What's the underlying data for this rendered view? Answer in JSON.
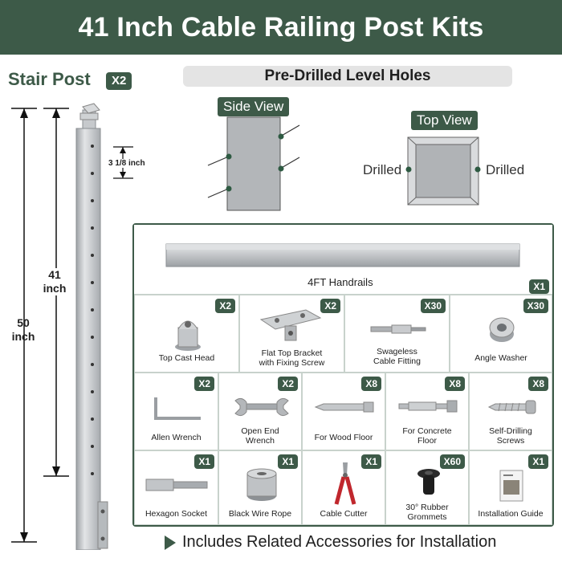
{
  "banner": {
    "title": "41 Inch Cable Railing Post Kits"
  },
  "stair": {
    "title": "Stair Post",
    "qty": "X2"
  },
  "dims": {
    "total_a": "50",
    "total_b": "inch",
    "post_a": "41",
    "post_b": "inch",
    "spacing": "3 1/8 inch"
  },
  "holes": {
    "title": "Pre-Drilled Level Holes",
    "side_view": "Side View",
    "top_view": "Top View",
    "drilled_left": "Drilled",
    "drilled_right": "Drilled"
  },
  "handrail": {
    "label": "4FT Handrails",
    "qty": "X1"
  },
  "row1": [
    {
      "label": "Top Cast Head",
      "qty": "X2",
      "icon": "cast-head-icon"
    },
    {
      "label": "Flat Top Bracket\nwith Fixing Screw",
      "qty": "X2",
      "icon": "bracket-icon"
    },
    {
      "label": "Swageless\nCable Fitting",
      "qty": "X30",
      "icon": "cable-fitting-icon"
    },
    {
      "label": "Angle Washer",
      "qty": "X30",
      "icon": "washer-icon"
    }
  ],
  "row2": [
    {
      "label": "Allen Wrench",
      "qty": "X2",
      "icon": "allen-wrench-icon"
    },
    {
      "label": "Open End\nWrench",
      "qty": "X2",
      "icon": "open-wrench-icon"
    },
    {
      "label": "For Wood Floor",
      "qty": "X8",
      "icon": "wood-screw-icon"
    },
    {
      "label": "For Concrete\nFloor",
      "qty": "X8",
      "icon": "anchor-bolt-icon"
    },
    {
      "label": "Self-Drilling\nScrews",
      "qty": "X8",
      "icon": "self-drill-screw-icon"
    }
  ],
  "row3": [
    {
      "label": "Hexagon Socket",
      "qty": "X1",
      "icon": "hex-socket-icon"
    },
    {
      "label": "Black Wire Rope",
      "qty": "X1",
      "icon": "wire-rope-icon"
    },
    {
      "label": "Cable Cutter",
      "qty": "X1",
      "icon": "cable-cutter-icon"
    },
    {
      "label": "30° Rubber\nGrommets",
      "qty": "X60",
      "icon": "grommet-icon"
    },
    {
      "label": "Installation Guide",
      "qty": "X1",
      "icon": "guide-icon"
    }
  ],
  "footer": {
    "text": "Includes Related Accessories for Installation"
  },
  "colors": {
    "accent": "#3d5a48",
    "steel": "#b9bdc1"
  }
}
